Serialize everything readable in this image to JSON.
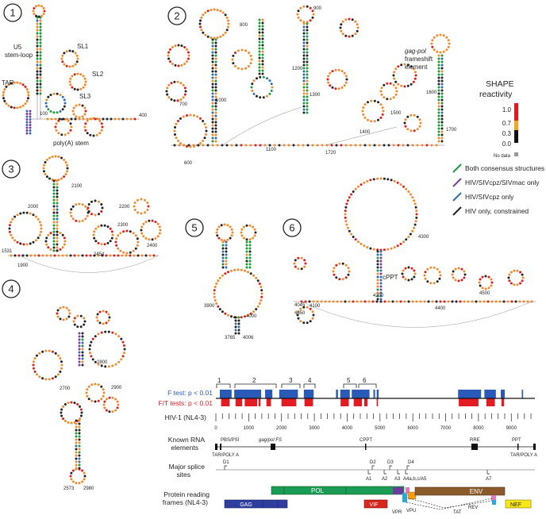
{
  "panels": [
    {
      "num": "1",
      "labels": {
        "u5": "U5",
        "stemloop": "stem-loop",
        "sl1": "SL1",
        "sl2": "SL2",
        "sl3": "SL3",
        "tar": "TAR",
        "polya": "poly(A) stem",
        "n100": "100",
        "n400": "400"
      }
    },
    {
      "num": "2",
      "labels": {
        "gagpol1": "gag-pol",
        "gagpol2": "frameshift",
        "gagpol3": "element",
        "n1100": "1100",
        "n1200": "1200",
        "n1300": "1300",
        "n1400": "1400",
        "n1500": "1500",
        "n1600": "1600",
        "n1700": "1700",
        "n1720": "1720",
        "n800": "800",
        "n900": "900",
        "n700": "700",
        "n1000": "1000",
        "n600": "600"
      }
    },
    {
      "num": "3",
      "labels": {
        "n2100": "2100",
        "n2000": "2000",
        "n2200": "2200",
        "n2300": "2300",
        "n2400": "2400",
        "n2454": "2454",
        "n1531": "1531",
        "n1900": "1900"
      }
    },
    {
      "num": "4",
      "labels": {
        "n2700": "2700",
        "n2800": "2800",
        "n2900": "2900",
        "n2573": "2573",
        "n2980": "2980"
      }
    },
    {
      "num": "5",
      "labels": {
        "n3900": "3900",
        "n4000": "4000",
        "n3765": "3765",
        "n4006": "4006"
      }
    },
    {
      "num": "6",
      "labels": {
        "cppt": "cPPT",
        "n4300": "4300",
        "n4200": "4200",
        "n4100": "4100",
        "n4045": "4045",
        "n4400": "4400",
        "n4500": "4500",
        "n4650": "4650"
      }
    }
  ],
  "legend": {
    "title1": "SHAPE",
    "title2": "reactivity",
    "ticks": [
      "1.0",
      "0.7",
      "0.3",
      "0.0"
    ],
    "nodata": "No data",
    "scale_colors": [
      "#e11b1b",
      "#f4a71d",
      "#111111"
    ],
    "lines": [
      {
        "label": "Both consensus structures",
        "color": "#1a9c3a"
      },
      {
        "label": "HIV/SIVcpz/SIVmac only",
        "color": "#7b3fa0"
      },
      {
        "label": "HIV/SIVcpz only",
        "color": "#2f6db3"
      },
      {
        "label": "HIV only, constrained",
        "color": "#222222"
      }
    ]
  },
  "genome": {
    "brackets": [
      "1",
      "2",
      "3",
      "4",
      "5",
      "6"
    ],
    "f_test": "F test: p < 0.01",
    "ft_tests": "F/T tests: p < 0.01",
    "f_color": "#2a5ab8",
    "ft_color": "#e31b23",
    "axis_label": "HIV-1 (NL4-3)",
    "axis_ticks": [
      "0",
      "1000",
      "2000",
      "3000",
      "4000",
      "5000",
      "6000",
      "7000",
      "8000",
      "9000"
    ],
    "rna_label1": "Known RNA",
    "rna_label2": "elements",
    "rna_elements": {
      "pbs": "PBS/PSI",
      "gagpol": "gag/pol FS",
      "cppt": "CPPT",
      "rre": "RRE",
      "ppt": "PPT",
      "tar_left": "TAR/POLY A",
      "tar_right": "TAR/POLY A"
    },
    "splice_label1": "Major splice",
    "splice_label2": "sites",
    "donors": [
      "D1",
      "D2",
      "D3",
      "D4"
    ],
    "acceptors": [
      "A1",
      "A2",
      "A3",
      "A4a,b,c/A5",
      "A7"
    ],
    "orf_label1": "Protein reading",
    "orf_label2": "frames (NL4-3)",
    "orfs": {
      "pol": "POL",
      "gag": "GAG",
      "vif": "VIF",
      "env": "ENV",
      "nef": "NEF",
      "vpr": "VPR",
      "vpu": "VPU",
      "tat": "TAT",
      "rev": "REV"
    },
    "orf_colors": {
      "pol": "#1a9c55",
      "gag": "#2f3e9e",
      "vif": "#d7261e",
      "env": "#8b5a2b",
      "nef": "#f7e61a",
      "vpr": "#6a3d9a",
      "vpu": "#f39c12",
      "tat": "#29a8e0",
      "rev": "#e377c2"
    }
  }
}
